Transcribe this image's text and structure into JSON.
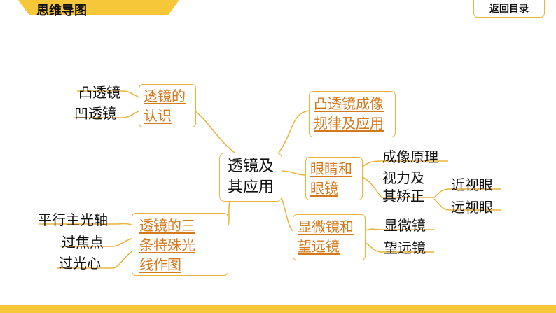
{
  "header": {
    "title": "思维导图",
    "back_label": "返回目录"
  },
  "mindmap": {
    "center": [
      "透镜及",
      "其应用"
    ],
    "left_branches": [
      {
        "label": [
          "透镜的",
          "认识"
        ],
        "leaves": [
          "凸透镜",
          "凹透镜"
        ]
      },
      {
        "label": [
          "透镜的三",
          "条特殊光",
          "线作图"
        ],
        "leaves": [
          "平行主光轴",
          "过焦点",
          "过光心"
        ]
      }
    ],
    "right_branches": [
      {
        "label": [
          "凸透镜成像",
          "规律及应用"
        ],
        "leaves": []
      },
      {
        "label": [
          "眼睛和",
          "眼镜"
        ],
        "leaves": [
          "成像原理",
          "视力及",
          "其矫正"
        ],
        "sub_leaves": [
          "近视眼",
          "远视眼"
        ]
      },
      {
        "label": [
          "显微镜和",
          "望远镜"
        ],
        "leaves": [
          "显微镜",
          "望远镜"
        ]
      }
    ]
  },
  "colors": {
    "accent": "#f7c73a",
    "branch_line": "#e9b43a",
    "branch_text": "#d4791c"
  }
}
